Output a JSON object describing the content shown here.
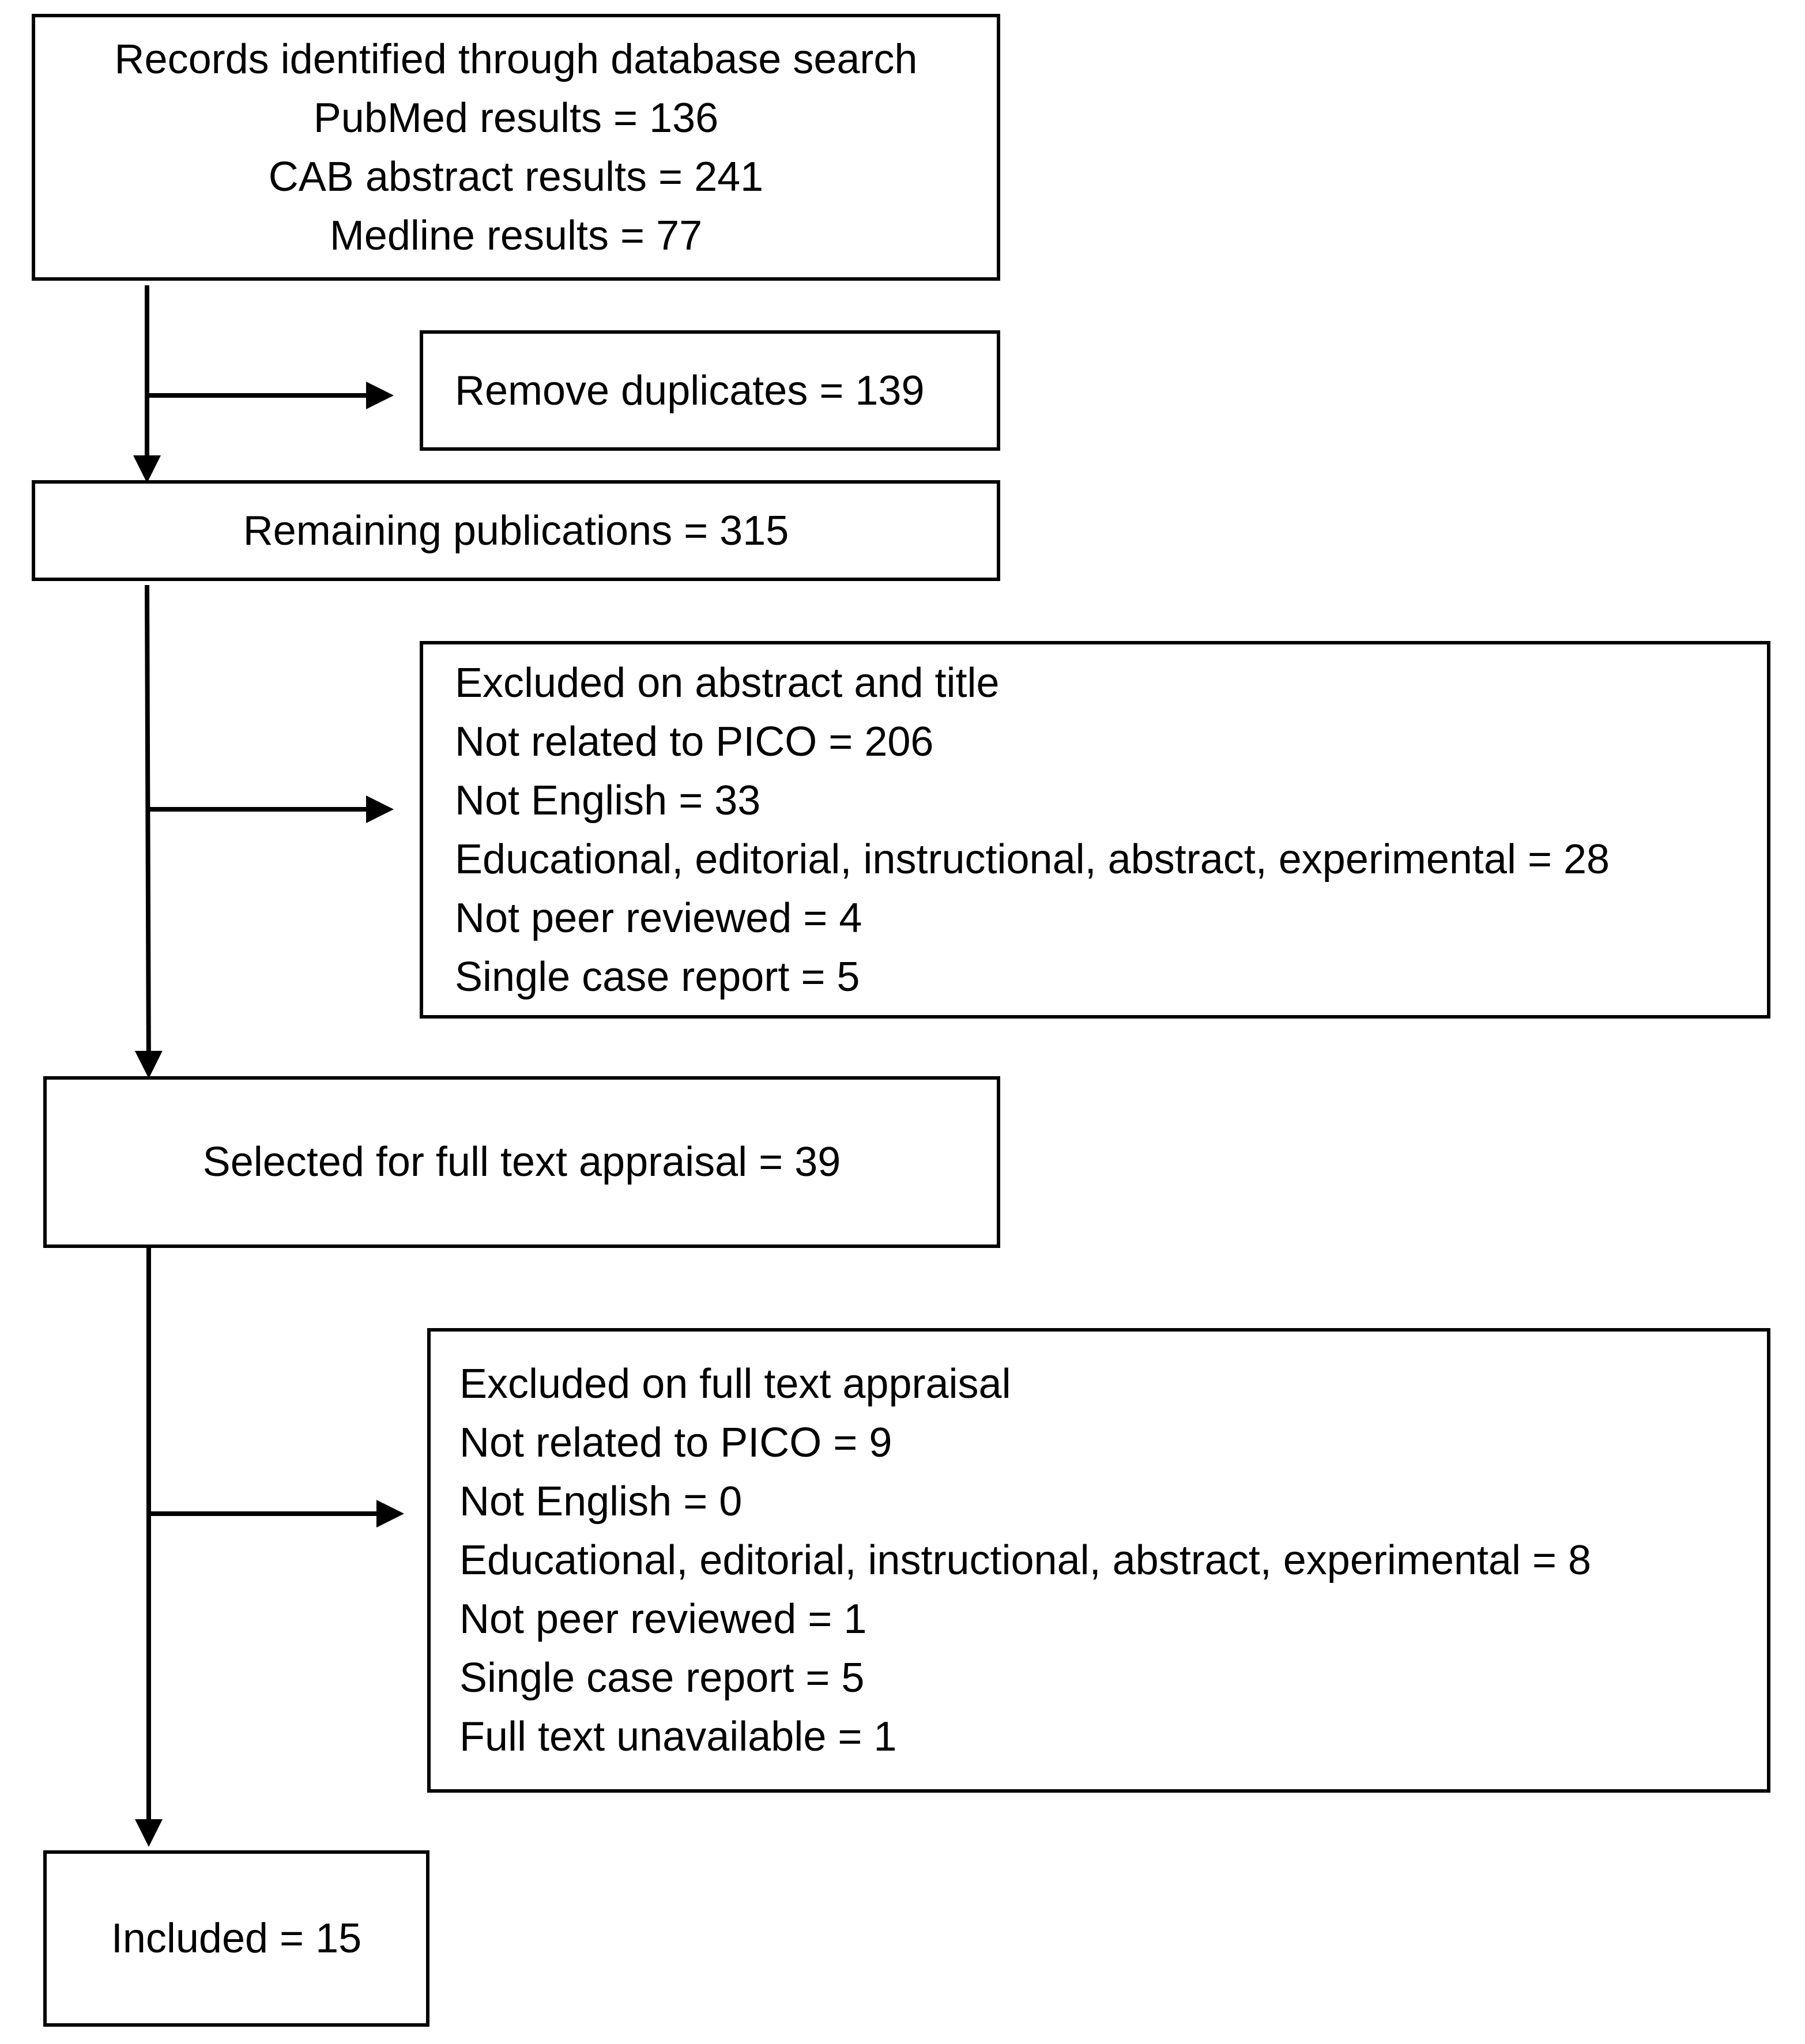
{
  "records": {
    "lines": [
      "Records identified through database search",
      "PubMed results = 136",
      "CAB abstract results = 241",
      "Medline results = 77"
    ]
  },
  "duplicates": {
    "text": "Remove duplicates = 139"
  },
  "remaining": {
    "text": "Remaining publications = 315"
  },
  "excluded_abstract": {
    "lines": [
      "Excluded on abstract and title",
      "Not related to PICO = 206",
      "Not English = 33",
      "Educational, editorial, instructional, abstract, experimental = 28",
      "Not peer reviewed = 4",
      "Single case report = 5"
    ]
  },
  "selected": {
    "text": "Selected for full text appraisal = 39"
  },
  "excluded_fulltext": {
    "lines": [
      "Excluded on full text appraisal",
      "Not related to PICO = 9",
      "Not English = 0",
      "Educational, editorial, instructional, abstract, experimental = 8",
      "Not peer reviewed = 1",
      "Single case report = 5",
      "Full text unavailable = 1"
    ]
  },
  "included": {
    "text": "Included = 15"
  }
}
